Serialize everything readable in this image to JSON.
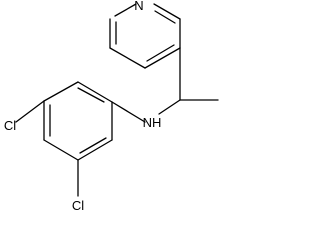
{
  "molecule": {
    "atoms": {
      "pyridine_nitrogen": "N",
      "amine": "NH",
      "chlorine_para": "Cl",
      "chlorine_ortho": "Cl"
    }
  }
}
